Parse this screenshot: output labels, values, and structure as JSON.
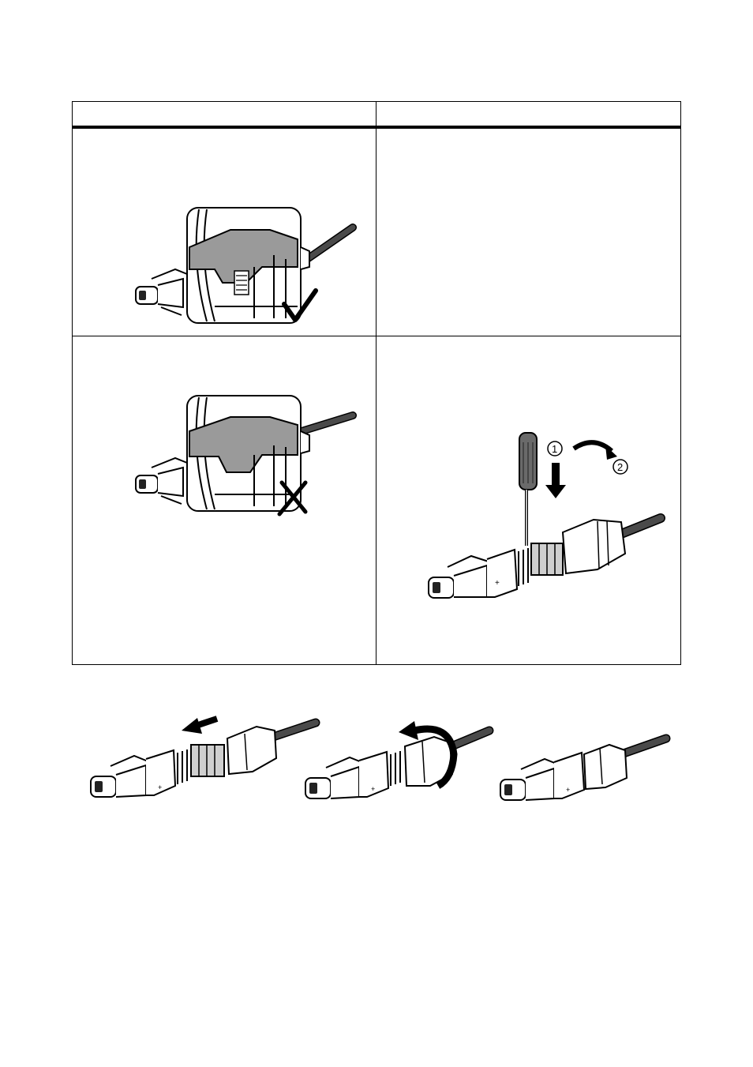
{
  "table": {
    "header": [
      "",
      ""
    ],
    "rows": [
      {
        "left": {
          "image": "connector-correct-engagement",
          "mark": "check-mark-icon"
        },
        "right": {
          "image": ""
        }
      },
      {
        "left": {
          "image": "connector-incorrect-engagement",
          "mark": "cross-mark-icon"
        },
        "right": {
          "image": "screwdriver-release-connector",
          "step1": "1",
          "step2": "2"
        }
      }
    ]
  },
  "assembly_sequence": {
    "steps": [
      {
        "image": "slide-sleeve-onto-insert",
        "mark": "arrow-left-icon"
      },
      {
        "image": "tighten-swivel-nut",
        "mark": "rotate-arrow-icon"
      },
      {
        "image": "assembled-connector"
      }
    ],
    "polarity_symbol": "+"
  },
  "colors": {
    "ink": "#000000",
    "shade": "#9a9a9a",
    "cable": "#4a4a4a",
    "paper": "#ffffff"
  }
}
